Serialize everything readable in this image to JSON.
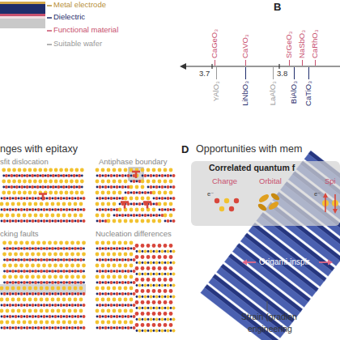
{
  "diagram": {
    "nodes": [
      {
        "text": [
          "Correlated quantum f",
          "Charge",
          "Orbital",
          "Spi"
        ]
      }
    ],
    "labels": [
      "Metal electrode",
      "Dielectric",
      "Functional material",
      "Suitable wafer",
      "B",
      "CaGeO₃",
      "CaVO₃",
      "SrGeO₃",
      "NaSbO₃",
      "CaRhO₃",
      "3.7",
      "3.8",
      "YAlO₃",
      "LiNbO₃",
      "LaAlO₃",
      "BiAlO₃",
      "CaTiO₃",
      "nges with epitaxy",
      "sfit dislocation",
      "Antiphase boundary",
      "cking faults",
      "Nucleation differences",
      "D",
      "Opportunities with mem",
      "Origami-inspir",
      "Strain (gradien",
      "engineering",
      "e⁻",
      "e⁻"
    ]
  }
}
